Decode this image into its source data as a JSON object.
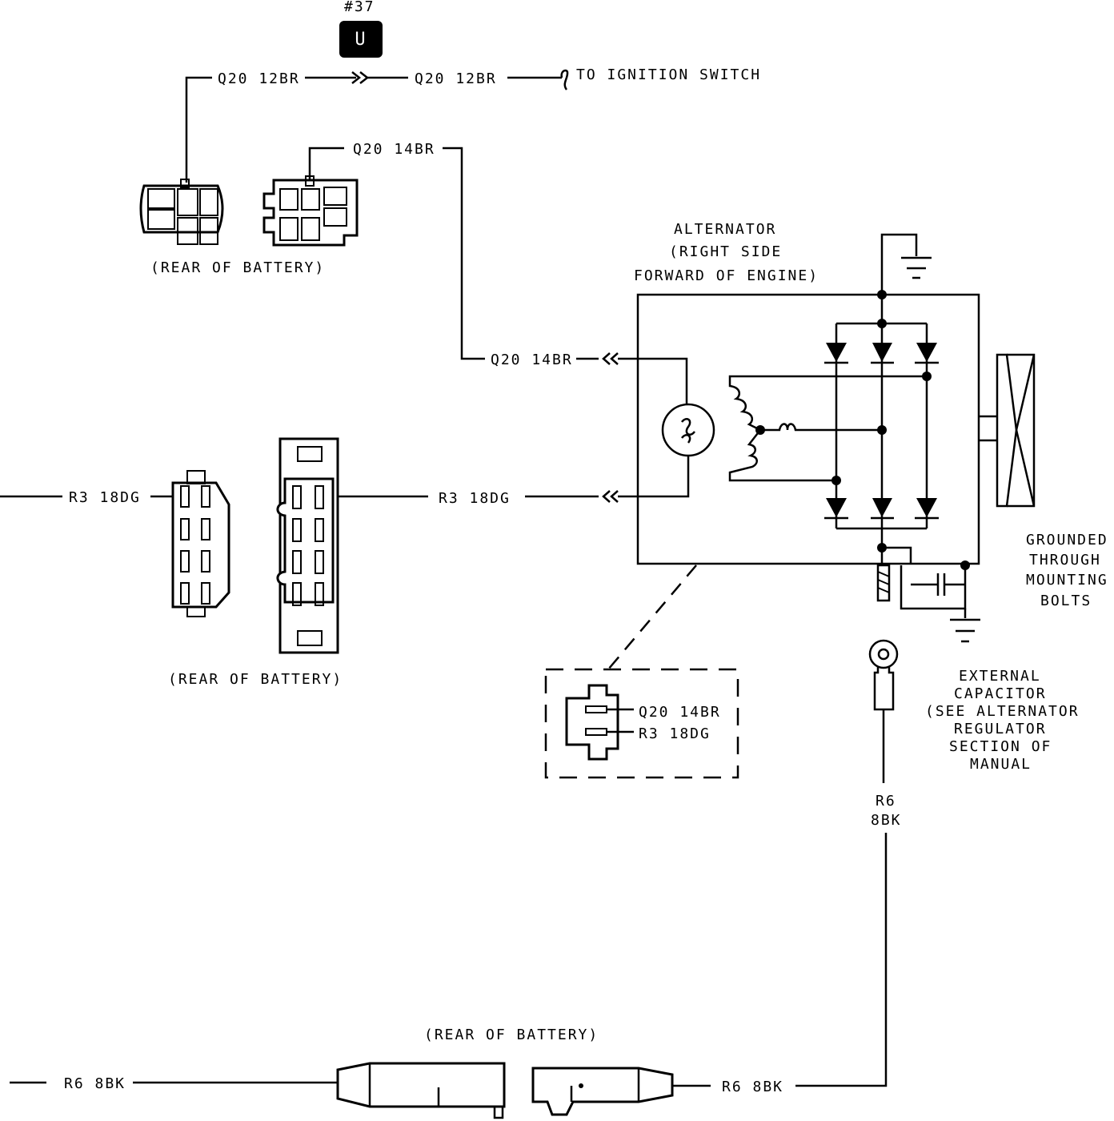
{
  "splice": {
    "id": "#37",
    "symbol": "U"
  },
  "labels": {
    "q20_12br_a": "Q20 12BR",
    "q20_12br_b": "Q20 12BR",
    "to_ignition": "TO IGNITION SWITCH",
    "q20_14br_top": "Q20 14BR",
    "rear_battery_1": "(REAR OF BATTERY)",
    "alt_1": "ALTERNATOR",
    "alt_2": "(RIGHT SIDE",
    "alt_3": "FORWARD OF ENGINE)",
    "q20_14br_mid": "Q20 14BR",
    "r3_left": "R3 18DG",
    "r3_right": "R3 18DG",
    "rear_battery_2": "(REAR OF BATTERY)",
    "grounded_1": "GROUNDED",
    "grounded_2": "THROUGH",
    "grounded_3": "MOUNTING",
    "grounded_4": "BOLTS",
    "inset_q20": "Q20 14BR",
    "inset_r3": "R3 18DG",
    "cap_1": "EXTERNAL",
    "cap_2": "CAPACITOR",
    "cap_3": "(SEE ALTERNATOR",
    "cap_4": "REGULATOR",
    "cap_5": "SECTION OF",
    "cap_6": "MANUAL",
    "r6_1": "R6",
    "r6_2": "8BK",
    "rear_battery_3": "(REAR OF BATTERY)",
    "r6_left": "R6 8BK",
    "r6_right": "R6 8BK"
  }
}
